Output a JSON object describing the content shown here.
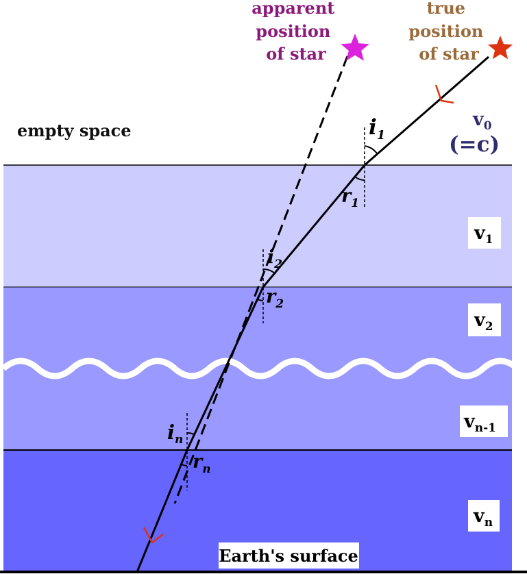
{
  "colors": {
    "layer_1": "#ccccff",
    "layer_2": "#9999ff",
    "layer_n": "#6666ff",
    "apparent_star": "#dd22dd",
    "true_star": "#dd3311",
    "apparent_label": "#8b1a7a",
    "true_label": "#9a6a3a",
    "velocity_label": "#2e2e6e",
    "arrow": "#dd3311",
    "line": "#000000"
  },
  "labels": {
    "apparent": [
      "apparent",
      "position",
      "of star"
    ],
    "true": [
      "true",
      "position",
      "of star"
    ],
    "empty_space": "empty space",
    "v0": "v",
    "v0_sub": "0",
    "c_eq": "(=c)",
    "v1": "v",
    "v1_sub": "1",
    "v2": "v",
    "v2_sub": "2",
    "vn1": "v",
    "vn1_sub": "n-1",
    "vn": "v",
    "vn_sub": "n",
    "earth": "Earth's surface",
    "i1": "i",
    "i1_sub": "1",
    "r1": "r",
    "r1_sub": "1",
    "i2": "i",
    "i2_sub": "2",
    "r2": "r",
    "r2_sub": "2",
    "in": "i",
    "in_sub": "n",
    "rn": "r",
    "rn_sub": "n"
  },
  "icons": {
    "apparent_star": "star-icon",
    "true_star": "star-icon"
  }
}
